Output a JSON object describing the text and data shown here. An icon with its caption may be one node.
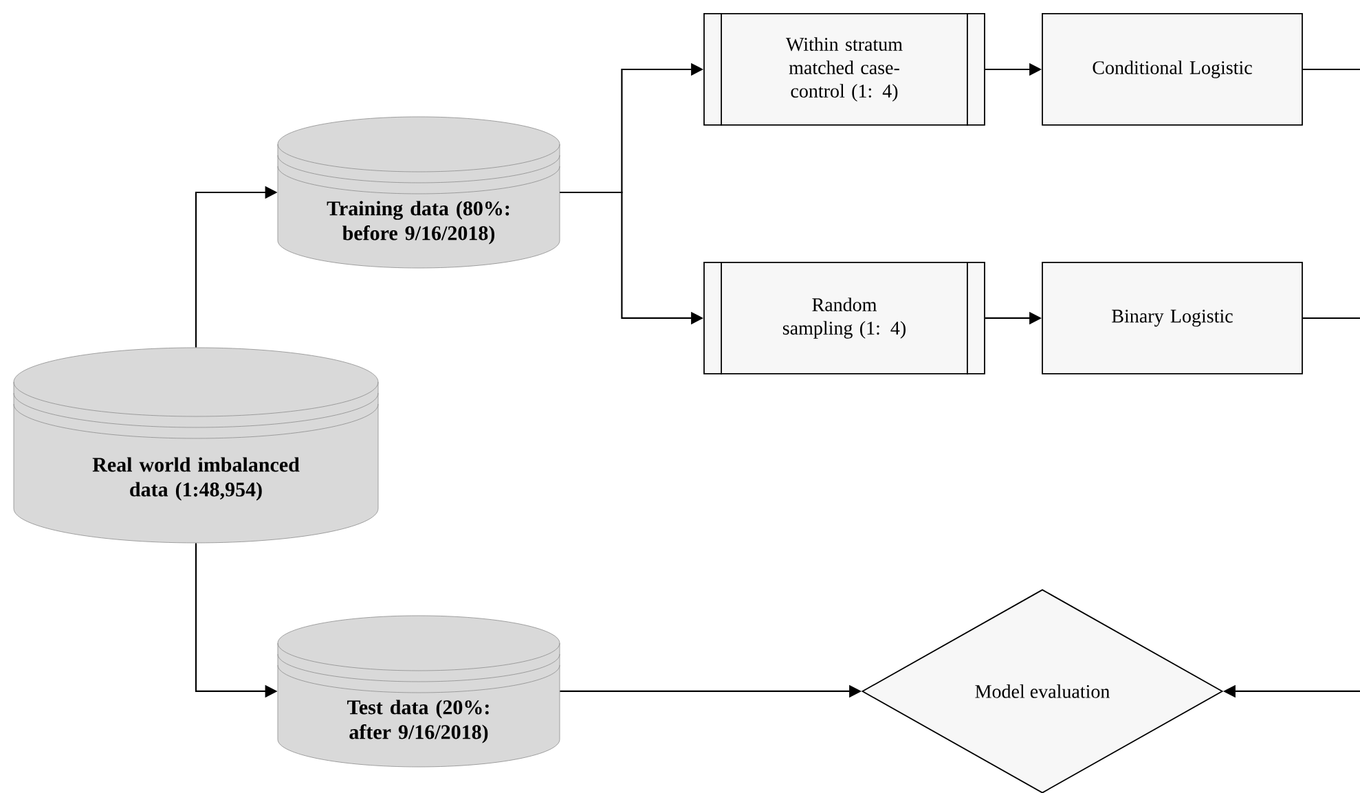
{
  "diagram": {
    "nodes": [
      {
        "text": [
          "Real world imbalanced data (1:48,954)"
        ]
      },
      {
        "text": [
          "Training data (80%: before 9/16/2018)"
        ]
      },
      {
        "text": [
          "Test data (20%: after 9/16/2018)"
        ]
      },
      {
        "text": [
          "Within stratum matched case-control (1: 4)"
        ]
      },
      {
        "text": [
          "Random sampling (1: 4)"
        ]
      },
      {
        "text": [
          "Conditional Logistic"
        ]
      },
      {
        "text": [
          "Binary Logistic"
        ]
      },
      {
        "text": [
          "Model evaluation"
        ]
      }
    ],
    "edges": [
      {
        "from": 0,
        "to": 1,
        "arrow": "to"
      },
      {
        "from": 0,
        "to": 2,
        "arrow": "to"
      },
      {
        "from": 1,
        "to": 3,
        "arrow": "to"
      },
      {
        "from": 1,
        "to": 4,
        "arrow": "to"
      },
      {
        "from": 3,
        "to": 5,
        "arrow": "to"
      },
      {
        "from": 4,
        "to": 6,
        "arrow": "to"
      },
      {
        "from": 2,
        "to": 7,
        "arrow": "to"
      },
      {
        "from": 5,
        "to": null,
        "arrow": "none"
      },
      {
        "from": 6,
        "to": null,
        "arrow": "none"
      },
      {
        "from": null,
        "to": 7,
        "arrow": "to"
      }
    ]
  }
}
